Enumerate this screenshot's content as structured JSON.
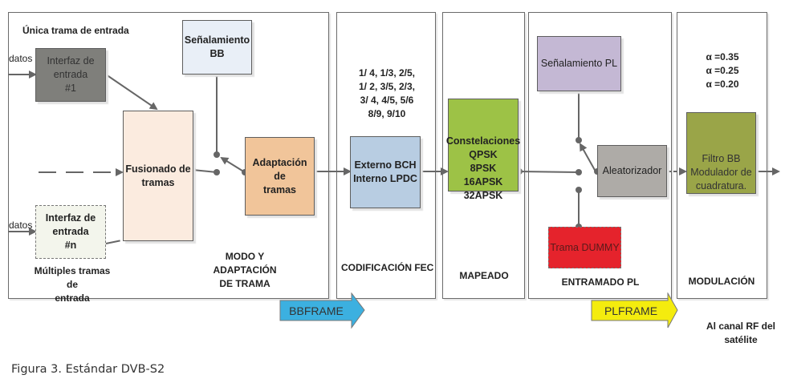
{
  "figure": {
    "caption": "Figura 3. Estándar DVB-S2"
  },
  "panels": {
    "modo": {
      "title": "MODO Y ADAPTACIÓN\nDE TRAMA",
      "single_input_label": "Única trama de entrada",
      "multi_input_label": "Múltiples tramas de\nentrada",
      "datos_top": "datos",
      "datos_bottom": "datos",
      "blocks": {
        "interfaz1": "Interfaz de\nentrada\n#1",
        "interfazn": "Interfaz de\nentrada\n#n",
        "senalamiento_bb": "Señalamiento\nBB",
        "fusionado": "Fusionado de\ntramas",
        "adaptacion": "Adaptación de\ntramas"
      }
    },
    "fec": {
      "title": "CODIFICACIÓN FEC",
      "code_rates": "1/ 4, 1/3, 2/5,\n1/ 2, 3/5, 2/3,\n3/ 4, 4/5, 5/6\n8/9, 9/10",
      "block": "Externo BCH\nInterno LPDC"
    },
    "mapeado": {
      "title": "MAPEADO",
      "block": "Constelaciones\nQPSK\n8PSK\n16APSK\n32APSK"
    },
    "entramado": {
      "title": "ENTRAMADO PL",
      "blocks": {
        "senalamiento_pl": "Señalamiento PL",
        "aleatorizador": "Aleatorizador",
        "dummy": "Trama DUMMY"
      }
    },
    "modulacion": {
      "title": "MODULACIÓN",
      "rolloff": "α =0.35\nα =0.25\nα =0.20",
      "block": "Filtro BB\nModulador de\ncuadratura."
    }
  },
  "banners": {
    "bbframe": "BBFRAME",
    "plframe": "PLFRAME"
  },
  "output_label": "Al canal RF del\nsatélite",
  "colors": {
    "interfaz1": "#7f7f7b",
    "interfazn": "#f3f5ec",
    "senalamiento_bb": "#e9eff7",
    "fusionado": "#fbebdf",
    "adaptacion": "#f1c59a",
    "fec_block": "#b8cde2",
    "mapeado_block": "#9dc246",
    "senalamiento_pl": "#c4b8d4",
    "aleatorizador": "#aeaba7",
    "dummy": "#e5232c",
    "modulacion_block": "#9aa548",
    "bbframe": "#3cb0e0",
    "plframe": "#f4ec0e",
    "wire": "#666666"
  }
}
